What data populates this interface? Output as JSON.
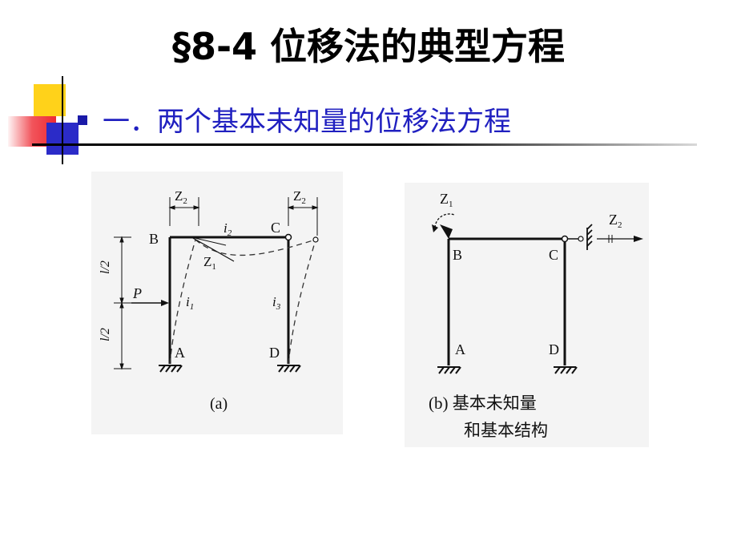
{
  "slide": {
    "title": "§8-4 位移法的典型方程",
    "heading": "一．两个基本未知量的位移法方程"
  },
  "figure_a": {
    "caption": "(a)",
    "nodes": {
      "B": "B",
      "C": "C",
      "A": "A",
      "D": "D"
    },
    "z2_top_left": "Z",
    "z2_top_left_sub": "2",
    "z2_top_right": "Z",
    "z2_top_right_sub": "2",
    "z1": "Z",
    "z1_sub": "1",
    "i1": "i",
    "i1_sub": "1",
    "i2": "i",
    "i2_sub": "2",
    "i3": "i",
    "i3_sub": "3",
    "load": "P",
    "dim_upper": "l/2",
    "dim_lower": "l/2"
  },
  "figure_b": {
    "caption_line1": "(b) 基本未知量",
    "caption_line2": "和基本结构",
    "nodes": {
      "B": "B",
      "C": "C",
      "A": "A",
      "D": "D"
    },
    "z1": "Z",
    "z1_sub": "1",
    "z2": "Z",
    "z2_sub": "2"
  },
  "colors": {
    "heading": "#2020c0",
    "bullet": "#1a1aa8",
    "deco_yellow": "#ffd21a",
    "deco_red": "#ee2a33",
    "deco_blue": "#2b2bc8"
  }
}
